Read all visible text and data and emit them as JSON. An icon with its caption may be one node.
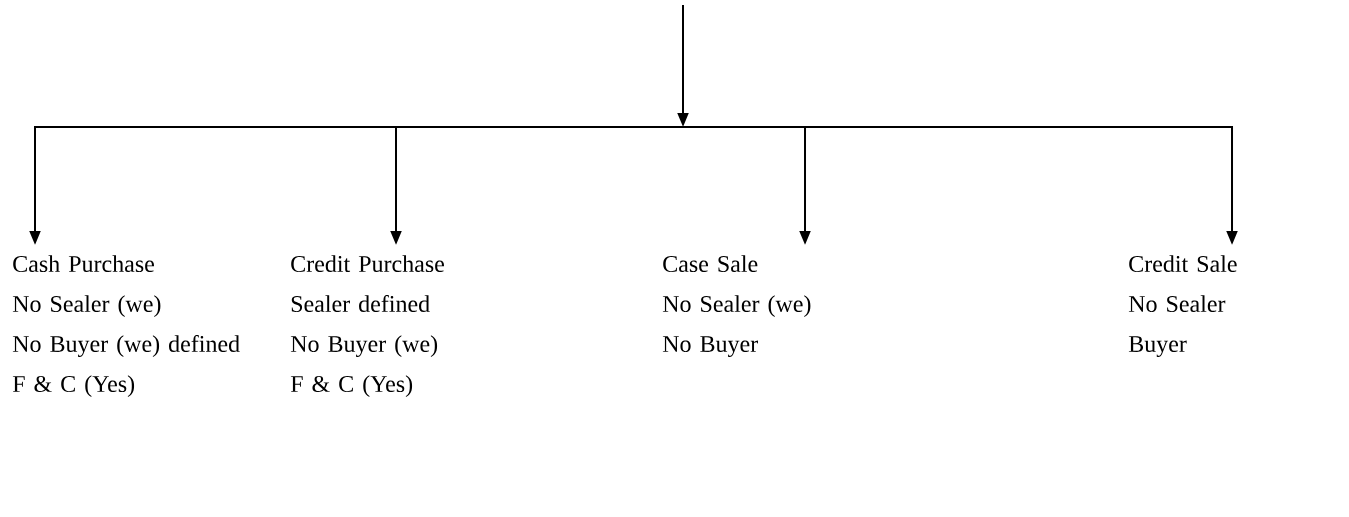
{
  "diagram": {
    "nodes": [
      {
        "text": [
          "Cash Purchase",
          "No Sealer (we)",
          "No Buyer (we) defined",
          "F & C (Yes)"
        ]
      },
      {
        "text": [
          "Credit Purchase",
          "Sealer defined",
          "No Buyer (we)",
          "F & C (Yes)"
        ]
      },
      {
        "text": [
          "Case Sale",
          "No Sealer (we)",
          "No Buyer"
        ]
      },
      {
        "text": [
          "Credit Sale",
          "No Sealer",
          "Buyer"
        ]
      }
    ],
    "edges": [
      {
        "from": null,
        "to": 0,
        "arrow": "to"
      },
      {
        "from": null,
        "to": 1,
        "arrow": "to"
      },
      {
        "from": null,
        "to": 2,
        "arrow": "to"
      },
      {
        "from": null,
        "to": 3,
        "arrow": "to"
      }
    ]
  }
}
